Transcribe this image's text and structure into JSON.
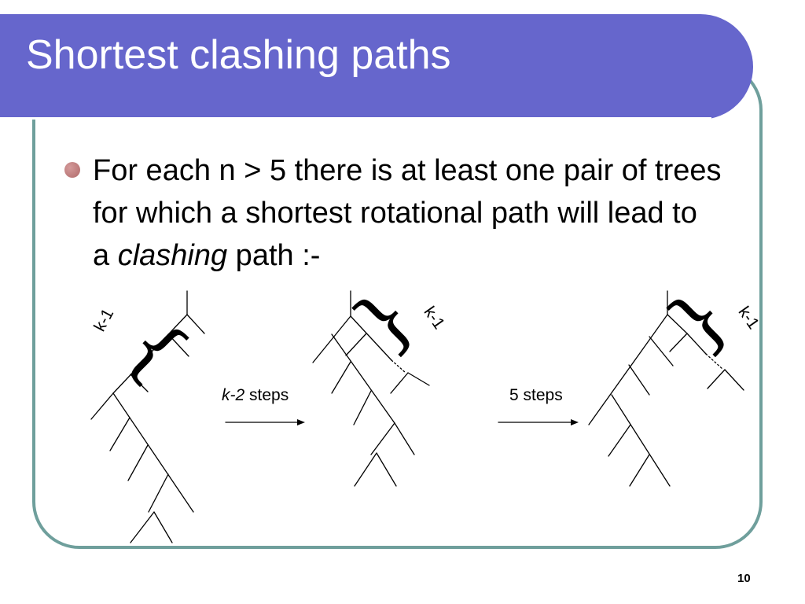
{
  "slide": {
    "title": "Shortest clashing paths",
    "page_number": "10"
  },
  "bullet": {
    "text_before": "For each n > 5 there is at least one pair of trees for which a shortest rotational path will lead to a ",
    "emphasis": "clashing",
    "text_after": " path :-"
  },
  "diagram": {
    "brace_label": "k-1",
    "arrow1_label_italic": "k-2",
    "arrow1_label_rest": " steps",
    "arrow2_label": "5 steps"
  },
  "colors": {
    "title_bar": "#6666cc",
    "frame_border": "#6f9f9c",
    "bullet": "#b06a6a"
  }
}
